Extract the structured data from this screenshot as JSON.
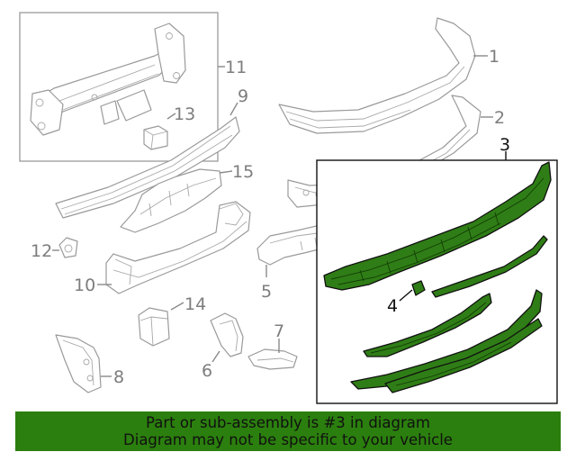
{
  "callouts": {
    "c1": "1",
    "c2": "2",
    "c3": "3",
    "c4": "4",
    "c5": "5",
    "c6": "6",
    "c7": "7",
    "c8": "8",
    "c9": "9",
    "c10": "10",
    "c11": "11",
    "c12": "12",
    "c13": "13",
    "c14": "14",
    "c15": "15"
  },
  "highlighted_part": "3",
  "colors": {
    "highlight": "#2f7d16",
    "banner": "#2b7f0e",
    "outline": "#9a9a9a"
  },
  "banner": {
    "line1": "Part or sub-assembly is #3 in diagram",
    "line2": "Diagram may not be specific to your vehicle"
  }
}
